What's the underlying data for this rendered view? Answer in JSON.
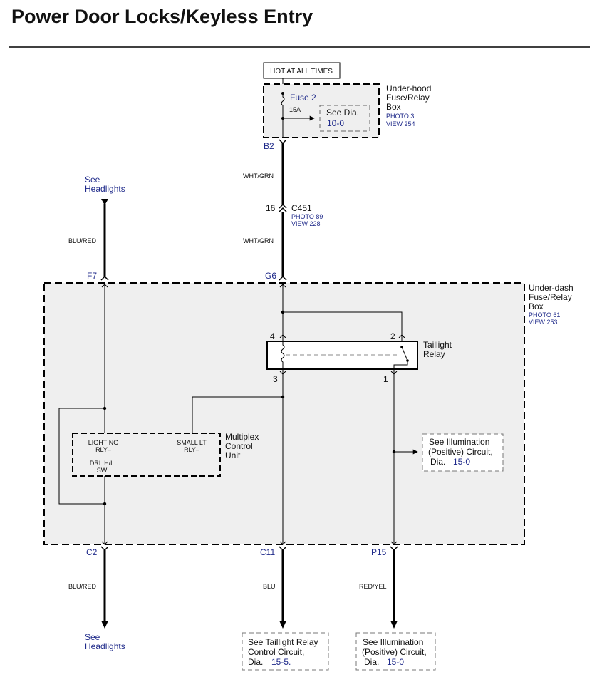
{
  "title": "Power Door Locks/Keyless Entry",
  "colors": {
    "link_blue": "#1f2a8a",
    "box_fill": "#efefef",
    "wire": "#000000"
  },
  "hot_at_all_times": "HOT AT ALL TIMES",
  "underhood_box": {
    "name_line1": "Under-hood",
    "name_line2": "Fuse/Relay",
    "name_line3": "Box",
    "photo": "PHOTO 3",
    "view": "VIEW 254",
    "fuse_name": "Fuse 2",
    "fuse_rating": "15A",
    "see_dia_line1": "See Dia.",
    "see_dia_line2": "10-0"
  },
  "connector_b2": "B2",
  "wire_b2_c451": "WHT/GRN",
  "connector_c451": {
    "pin": "16",
    "name": "C451",
    "photo": "PHOTO 89",
    "view": "VIEW 228"
  },
  "wire_c451_g6": "WHT/GRN",
  "see_headlights_top_line1": "See",
  "see_headlights_top_line2": "Headlights",
  "wire_f7": "BLU/RED",
  "connector_f7": "F7",
  "connector_g6": "G6",
  "underdash_box": {
    "name_line1": "Under-dash",
    "name_line2": "Fuse/Relay",
    "name_line3": "Box",
    "photo": "PHOTO 61",
    "view": "VIEW 253"
  },
  "taillight_relay": {
    "name_line1": "Taillight",
    "name_line2": "Relay",
    "pin_4": "4",
    "pin_2": "2",
    "pin_3": "3",
    "pin_1": "1"
  },
  "multiplex_unit": {
    "name_line1": "Multiplex",
    "name_line2": "Control",
    "name_line3": "Unit",
    "lighting_line1": "LIGHTING",
    "lighting_line2": "RLY–",
    "small_lt_line1": "SMALL LT",
    "small_lt_line2": "RLY–",
    "drl_line1": "DRL H/L",
    "drl_line2": "SW"
  },
  "illum_inner": {
    "line1": "See Illumination",
    "line2": "(Positive) Circuit,",
    "line3_prefix": "Dia.",
    "line3_ref": "15-0"
  },
  "connector_c2": "C2",
  "connector_c11": "C11",
  "connector_p15": "P15",
  "wire_c2": "BLU/RED",
  "wire_c11": "BLU",
  "wire_p15": "RED/YEL",
  "see_headlights_bottom_line1": "See",
  "see_headlights_bottom_line2": "Headlights",
  "taillight_control_ref": {
    "line1": "See Taillight Relay",
    "line2": "Control Circuit,",
    "line3_prefix": "Dia.",
    "line3_ref": "15-5."
  },
  "illum_bottom": {
    "line1": "See Illumination",
    "line2": "(Positive) Circuit,",
    "line3_prefix": "Dia.",
    "line3_ref": "15-0"
  }
}
